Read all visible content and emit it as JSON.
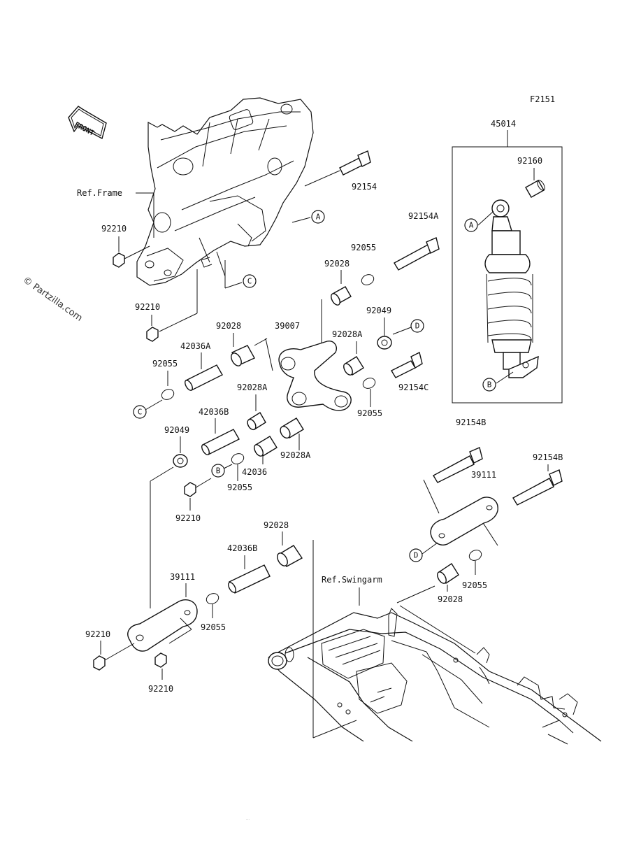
{
  "diagram": {
    "code": "F2151",
    "front_label": "FRONT",
    "watermark": "© Partzilla.com",
    "footer_text": "…",
    "ref_labels": {
      "frame": "Ref.Frame",
      "swingarm": "Ref.Swingarm"
    },
    "callouts": {
      "a1": "A",
      "a2": "A",
      "b1": "B",
      "b2": "B",
      "c1": "C",
      "c2": "C",
      "d1": "D",
      "d2": "D"
    },
    "parts": {
      "p45014": "45014",
      "p92160": "92160",
      "p92154": "92154",
      "p92154A": "92154A",
      "p92210_1": "92210",
      "p92210_2": "92210",
      "p92210_3": "92210",
      "p92210_4": "92210",
      "p92210_5": "92210",
      "p92055_1": "92055",
      "p92055_2": "92055",
      "p92055_3": "92055",
      "p92055_4": "92055",
      "p92055_5": "92055",
      "p92055_6": "92055",
      "p92028_1": "92028",
      "p92028_2": "92028",
      "p92028_3": "92028",
      "p92028_4": "92028",
      "p39007": "39007",
      "p92049_1": "92049",
      "p92049_2": "92049",
      "p92028A_1": "92028A",
      "p92028A_2": "92028A",
      "p92028A_3": "92028A",
      "p92154C": "92154C",
      "p42036A": "42036A",
      "p42036B_1": "42036B",
      "p42036B_2": "42036B",
      "p42036": "42036",
      "p92154B_1": "92154B",
      "p92154B_2": "92154B",
      "p39111_1": "39111",
      "p39111_2": "39111"
    }
  }
}
